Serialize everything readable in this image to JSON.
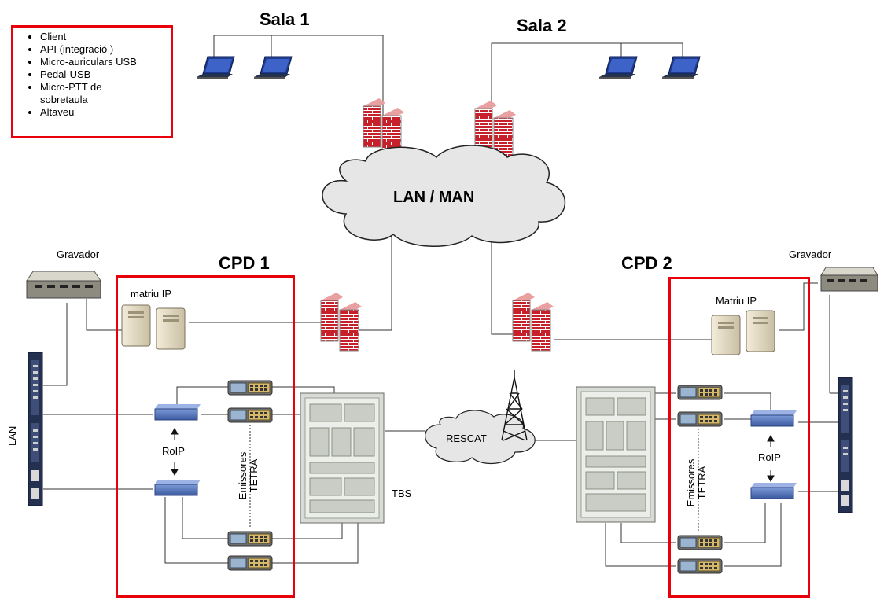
{
  "legend": {
    "items": [
      "Client",
      "API (integració )",
      "Micro-auriculars USB",
      "Pedal-USB",
      "Micro-PTT de sobretaula",
      "Altaveu"
    ]
  },
  "labels": {
    "sala1": "Sala 1",
    "sala2": "Sala 2",
    "lan_man": "LAN / MAN",
    "cpd1": "CPD 1",
    "cpd2": "CPD 2",
    "gravador_left": "Gravador",
    "gravador_right": "Gravador",
    "matriu_ip_left": "matriu IP",
    "matriu_ip_right": "Matriu IP",
    "roip_left": "RoIP",
    "roip_right": "RoIP",
    "emissores_left": "Emissores TETRA",
    "emissores_right": "Emissores TETRA",
    "tbs": "TBS",
    "rescat": "RESCAT",
    "lan": "LAN"
  },
  "colors": {
    "highlight_border": "#e8000b",
    "firewall_brick": "#c8202a",
    "cloud_fill": "#e6e6e6",
    "switch_blue": "#4a6fb5",
    "laptop_blue": "#1f3a8a"
  }
}
